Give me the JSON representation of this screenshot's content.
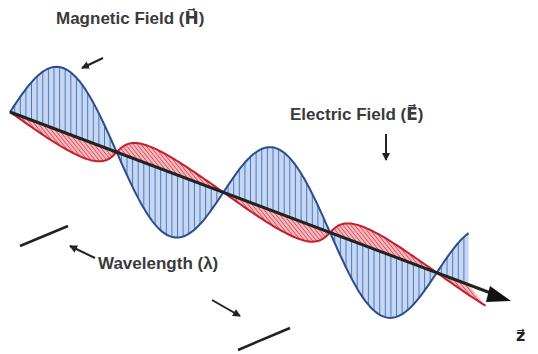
{
  "diagram": {
    "labels": [
      "Magnetic Field (H⃗)",
      "Electric Field (E⃗)",
      "Wavelength (λ)",
      "z⃗"
    ]
  }
}
